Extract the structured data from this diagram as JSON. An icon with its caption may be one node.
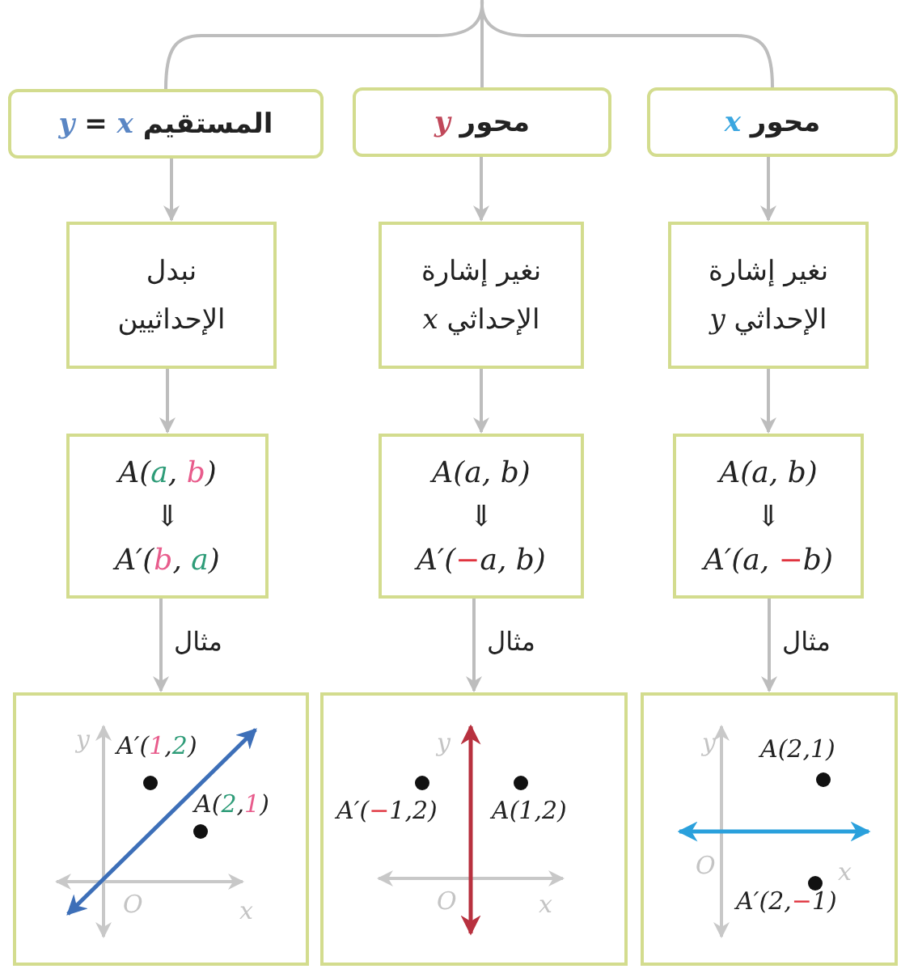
{
  "diagram": {
    "nodes": [
      {
        "text": [
          "محور *x*"
        ]
      },
      {
        "text": [
          "محور *y*"
        ]
      },
      {
        "text": [
          "المستقيم *y* = *x*"
        ]
      },
      {
        "text": [
          "نغير إشارة الإحداثي *y*"
        ]
      },
      {
        "text": [
          "نغير إشارة الإحداثي *x*"
        ]
      },
      {
        "text": [
          "نبدل الإحداثيين"
        ]
      },
      {
        "text": [
          "A(a, b)",
          "⇓",
          "A′(a, **−**b)"
        ]
      },
      {
        "text": [
          "A(a, b)",
          "⇓",
          "A′(**−**a, b)"
        ]
      },
      {
        "text": [
          "A(*a*, **b**)",
          "⇓",
          "A′(**b**, *a*)"
        ]
      },
      {
        "text": [
          "y",
          "A(2,1)",
          "O",
          "x",
          "A′(2,**−**1)"
        ]
      },
      {
        "text": [
          "y",
          "A′(**−**1,2)",
          "A(1,2)",
          "O",
          "x"
        ]
      },
      {
        "text": [
          "y",
          "A′(**1**,*2*)",
          "A(*2*,**1**)",
          "O",
          "x"
        ]
      }
    ],
    "edges": [
      {
        "from": null,
        "to": 0,
        "arrow": "none"
      },
      {
        "from": null,
        "to": 1,
        "arrow": "none"
      },
      {
        "from": null,
        "to": 2,
        "arrow": "none"
      },
      {
        "from": 0,
        "to": 3,
        "arrow": "to"
      },
      {
        "from": 1,
        "to": 4,
        "arrow": "to"
      },
      {
        "from": 2,
        "to": 5,
        "arrow": "to"
      },
      {
        "from": 3,
        "to": 6,
        "arrow": "to"
      },
      {
        "from": 4,
        "to": 7,
        "arrow": "to"
      },
      {
        "from": 5,
        "to": 8,
        "arrow": "to"
      },
      {
        "from": 6,
        "to": 9,
        "arrow": "to",
        "label": "مثال"
      },
      {
        "from": 7,
        "to": 10,
        "arrow": "to",
        "label": "مثال"
      },
      {
        "from": 8,
        "to": 11,
        "arrow": "to",
        "label": "مثال"
      }
    ]
  }
}
